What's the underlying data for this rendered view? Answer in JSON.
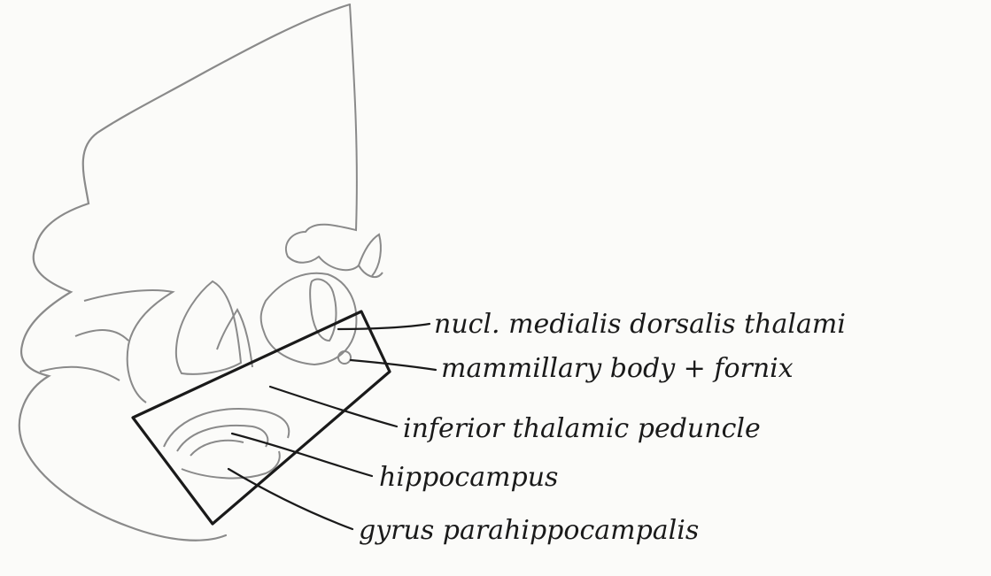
{
  "labels": {
    "md_thalamus": "nucl. medialis dorsalis thalami",
    "mammillary_fornix": "mammillary body + fornix",
    "inferior_thalamic_peduncle": "inferior thalamic peduncle",
    "hippocampus": "hippocampus",
    "gyrus_parahippocampalis": "gyrus parahippocampalis"
  },
  "colors": {
    "ink": "#1a1a1a",
    "faint_outline": "#8a8a8a",
    "paper": "#fbfbf9"
  }
}
